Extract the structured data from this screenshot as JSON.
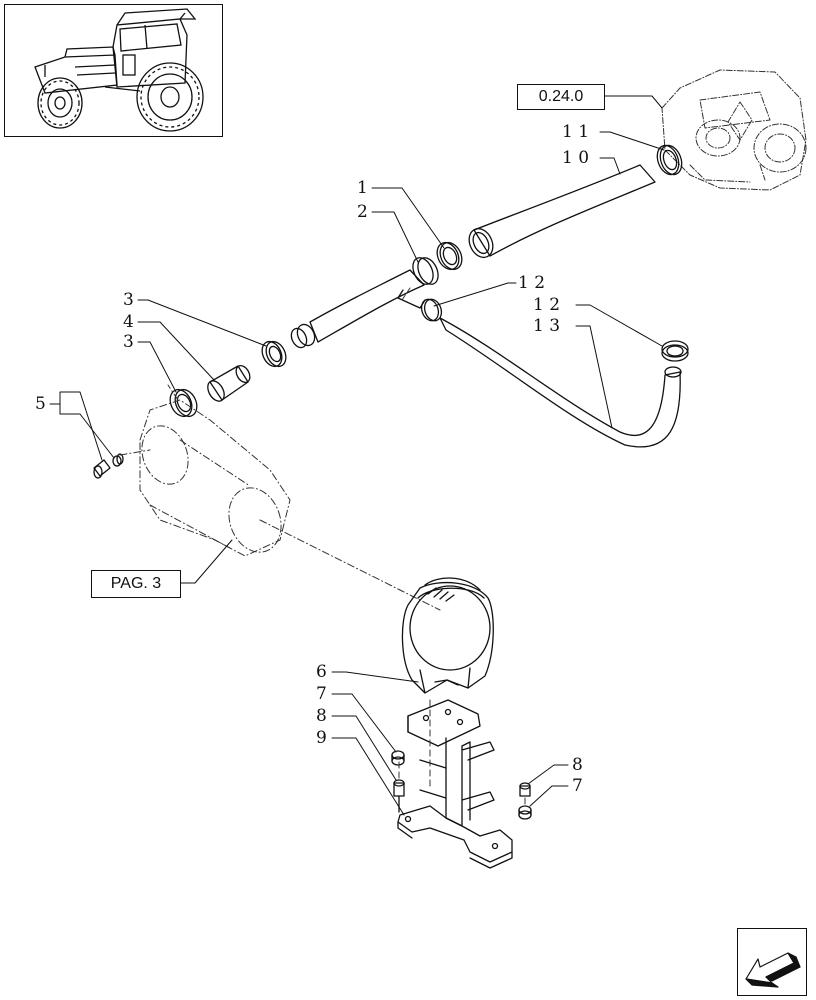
{
  "references": {
    "top_ref": "0.24.0",
    "side_ref": "PAG. 3"
  },
  "callouts": [
    {
      "id": "c1",
      "text": "1"
    },
    {
      "id": "c2",
      "text": "2"
    },
    {
      "id": "c3a",
      "text": "3"
    },
    {
      "id": "c4",
      "text": "4"
    },
    {
      "id": "c3b",
      "text": "3"
    },
    {
      "id": "c5",
      "text": "5"
    },
    {
      "id": "c11",
      "text": "1 1"
    },
    {
      "id": "c10",
      "text": "1 0"
    },
    {
      "id": "c12a",
      "text": "1 2"
    },
    {
      "id": "c12b",
      "text": "1 2"
    },
    {
      "id": "c13",
      "text": "1 3"
    },
    {
      "id": "c6",
      "text": "6"
    },
    {
      "id": "c7a",
      "text": "7"
    },
    {
      "id": "c8a",
      "text": "8"
    },
    {
      "id": "c9",
      "text": "9"
    },
    {
      "id": "c8b",
      "text": "8"
    },
    {
      "id": "c7b",
      "text": "7"
    }
  ],
  "icons": {
    "thumbnail": "tractor-thumbnail-icon",
    "navigation": "next-page-arrow-icon"
  },
  "colors": {
    "line": "#111111",
    "background": "#ffffff"
  }
}
